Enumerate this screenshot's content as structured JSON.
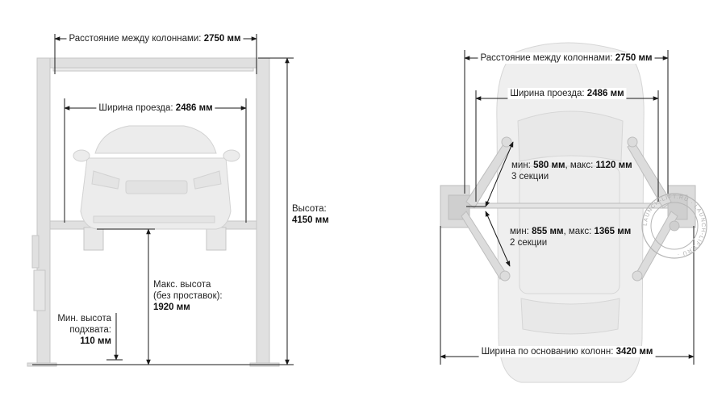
{
  "front_view": {
    "column_distance": {
      "label": "Расстояние между колоннами: ",
      "value": "2750 мм"
    },
    "drive_width": {
      "label": "Ширина проезда: ",
      "value": "2486 мм"
    },
    "height": {
      "label": "Высота:",
      "value": "4150 мм"
    },
    "max_height": {
      "line1": "Макс. высота",
      "line2": "(без проставок):",
      "value": "1920 мм"
    },
    "min_pickup": {
      "line1": "Мин. высота",
      "line2": "подхвата:",
      "value": "110 мм"
    }
  },
  "top_view": {
    "column_distance": {
      "label": "Расстояние между колоннами: ",
      "value": "2750 мм"
    },
    "drive_width": {
      "label": "Ширина проезда: ",
      "value": "2486 мм"
    },
    "arm_3": {
      "min_label": "мин: ",
      "min_value": "580 мм",
      "max_label": ", макс: ",
      "max_value": "1120 мм",
      "sections": "3 секции"
    },
    "arm_2": {
      "min_label": "мин: ",
      "min_value": "855 мм",
      "max_label": ", макс: ",
      "max_value": "1365 мм",
      "sections": "2 секции"
    },
    "base_width": {
      "label": "Ширина по основанию колонн: ",
      "value": "3420 мм"
    }
  },
  "stamp": {
    "text": "LAUNCH-LIFT.RU · LAUNCH-LIFT.RU ·"
  },
  "colors": {
    "line": "#1a1a1a",
    "equipment": "#dedede",
    "equipment_stroke": "#c4c4c4",
    "car": "#ececec",
    "stamp": "#b5b5b5"
  }
}
